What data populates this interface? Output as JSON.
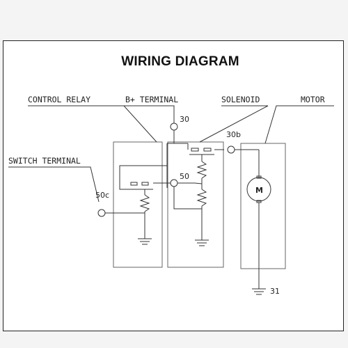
{
  "title": "WIRING DIAGRAM",
  "labels": {
    "control_relay": "CONTROL RELAY",
    "b_plus_terminal": "B+ TERMINAL",
    "solenoid": "SOLENOID",
    "motor": "MOTOR",
    "switch_terminal": "SWITCH TERMINAL"
  },
  "terminals": {
    "t30": "30",
    "t30b": "30b",
    "t50": "50",
    "t50c": "50c",
    "t31": "31"
  },
  "motor_symbol": "M"
}
